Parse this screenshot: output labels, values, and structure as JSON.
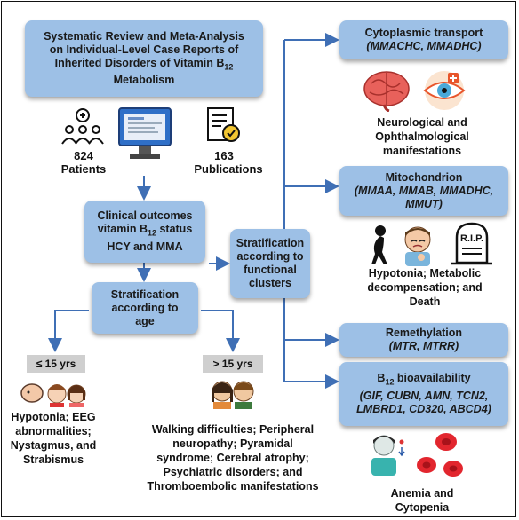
{
  "review": {
    "line1": "Systematic Review and Meta-Analysis",
    "line2": "on Individual-Level Case Reports of",
    "line3_pre": "Inherited Disorders of Vitamin B",
    "line3_sub": "12",
    "line4": "Metabolism"
  },
  "patients": {
    "count": "824",
    "label": "Patients"
  },
  "publications": {
    "count": "163",
    "label": "Publications"
  },
  "outcomes": {
    "line1": "Clinical outcomes",
    "line2_pre": "vitamin B",
    "line2_sub": "12",
    "line2_post": " status",
    "line3": "HCY and MMA"
  },
  "strat_age": {
    "line1": "Stratification",
    "line2": "according to",
    "line3": "age"
  },
  "strat_func": {
    "line1": "Stratification",
    "line2": "according to",
    "line3": "functional",
    "line4": "clusters"
  },
  "age_young": {
    "label": "≤ 15 yrs",
    "outcome": [
      "Hypotonia; EEG",
      "abnormalities;",
      "Nystagmus, and",
      "Strabismus"
    ]
  },
  "age_old": {
    "label": "> 15 yrs",
    "outcome": [
      "Walking difficulties; Peripheral",
      "neuropathy; Pyramidal",
      "syndrome; Cerebral atrophy;",
      "Psychiatric disorders; and",
      "Thromboembolic manifestations"
    ]
  },
  "clusters": {
    "cytoplasmic": {
      "title": "Cytoplasmic transport",
      "genes": "(MMACHC, MMADHC)",
      "outcome": [
        "Neurological and",
        "Ophthalmological",
        "manifestations"
      ]
    },
    "mito": {
      "title": "Mitochondrion",
      "genes1": "(MMAA, MMAB, MMADHC,",
      "genes2": "MMUT)",
      "outcome": [
        "Hypotonia; Metabolic",
        "decompensation; and",
        "Death"
      ],
      "rip": "R.I.P."
    },
    "remeth": {
      "title": "Remethylation",
      "genes": "(MTR, MTRR)"
    },
    "bio": {
      "title_sub": "12",
      "title_pre": "B",
      "title_post": " bioavailability",
      "genes1": "(GIF, CUBN, AMN, TCN2,",
      "genes2": "LMBRD1, CD320, ABCD4)",
      "outcome": [
        "Anemia and",
        "Cytopenia"
      ]
    }
  },
  "colors": {
    "box": "#9dc0e6",
    "arrow": "#3f6fb5",
    "grey": "#cfcfcf"
  }
}
